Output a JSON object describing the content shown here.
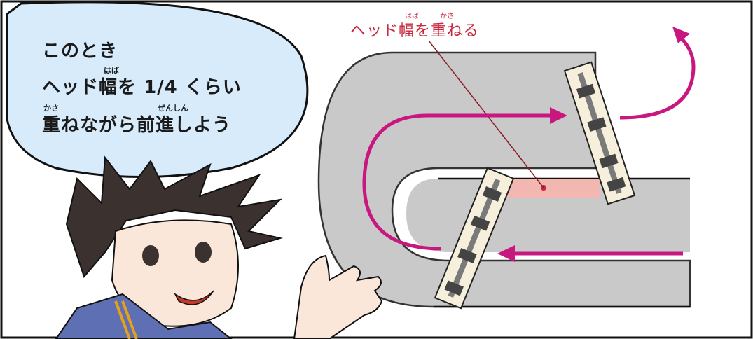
{
  "speech": {
    "line1": "このとき",
    "line2_a": "ヘッド",
    "line2_b": "幅",
    "line2_c": "を 1/4 くらい",
    "line3_a": "重",
    "line3_b": "ねながら",
    "line3_c": "前進",
    "line3_d": "しよう",
    "ruby_haba": "はば",
    "ruby_kasa": "かさ",
    "ruby_zenshin": "ぜんしん"
  },
  "callout": {
    "label": "ヘッド幅を重ねる",
    "ruby_haba": "はば",
    "ruby_kasa": "かさ"
  },
  "colors": {
    "path_arrow": "#c8177f",
    "overlap_fill": "#f2b7b0",
    "floor_gray": "#c8c8c8",
    "callout_red": "#c8283c"
  }
}
